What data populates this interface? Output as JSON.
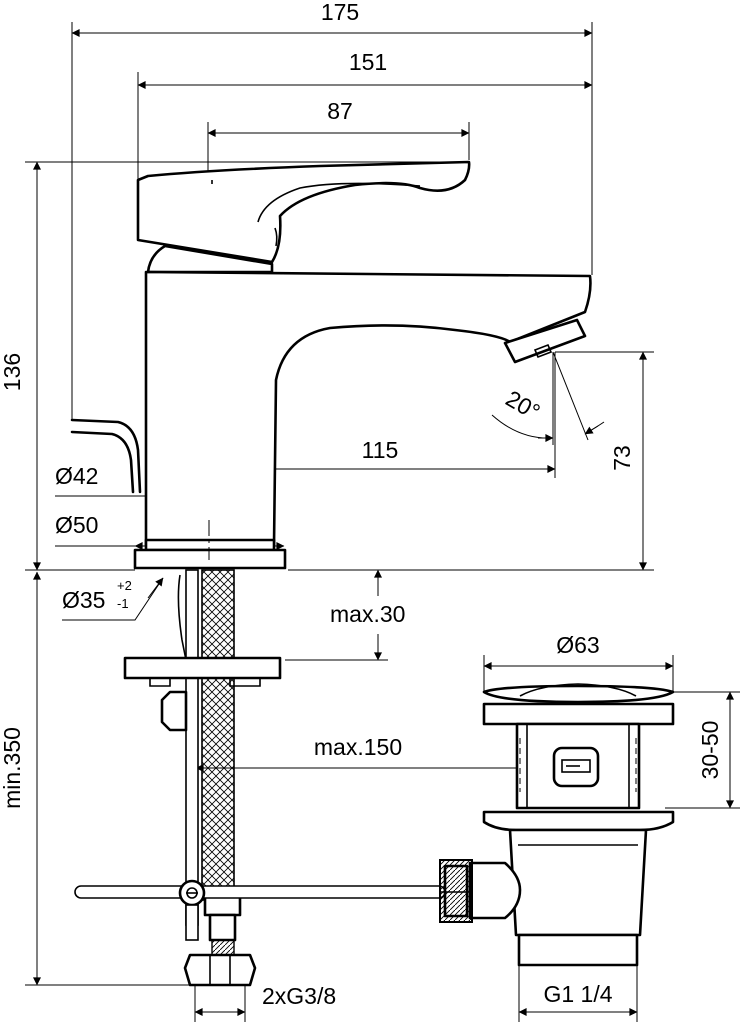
{
  "dimensions": {
    "overall_width": "175",
    "body_width": "151",
    "handle_length": "87",
    "overall_height": "136",
    "spout_reach": "115",
    "spout_height": "73",
    "spray_angle": "20°",
    "base_diameter_42": "Ø42",
    "base_diameter_50": "Ø50",
    "hole_diameter": "Ø35",
    "hole_tolerance_plus": "+2",
    "hole_tolerance_minus": "-1",
    "max_deck_thickness": "max.30",
    "min_hose_length": "min.350",
    "max_drain_distance": "max.150",
    "drain_diameter": "Ø63",
    "drain_height_range": "30-50",
    "drain_thread": "G1 1/4",
    "connection_thread": "2xG3/8"
  },
  "colors": {
    "line": "#000000",
    "background": "#ffffff"
  }
}
